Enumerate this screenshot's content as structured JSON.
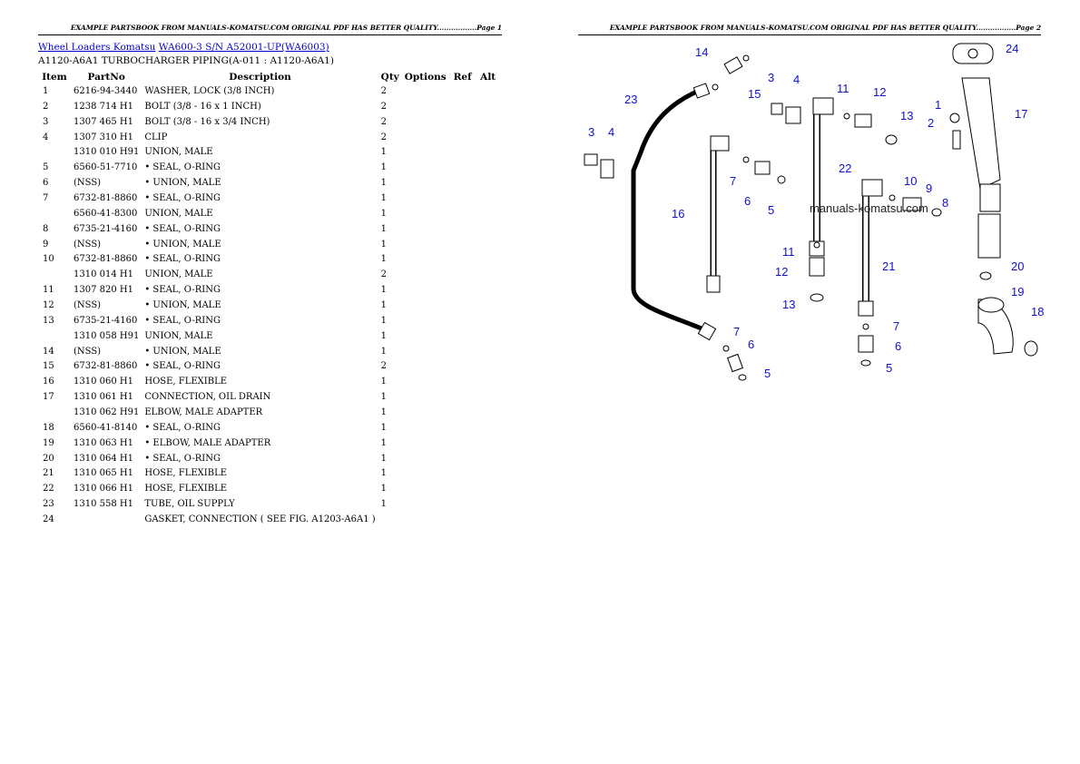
{
  "pages": [
    {
      "header": "EXAMPLE PARTSBOOK FROM MANUALS-KOMATSU.COM ORIGINAL PDF HAS BETTER QUALITY.................Page 1"
    },
    {
      "header": "EXAMPLE PARTSBOOK FROM MANUALS-KOMATSU.COM ORIGINAL PDF HAS BETTER QUALITY.................Page 2"
    }
  ],
  "breadcrumb": {
    "link1": "Wheel Loaders Komatsu",
    "link2": "WA600-3 S/N A52001-UP(WA6003)"
  },
  "subtitle": "A1120-A6A1 TURBOCHARGER PIPING(A-011 : A1120-A6A1)",
  "table": {
    "headers": {
      "item": "Item",
      "partno": "PartNo",
      "description": "Description",
      "qty": "Qty",
      "options": "Options",
      "ref": "Ref",
      "alt": "Alt"
    },
    "rows": [
      {
        "item": "1",
        "partno": "6216-94-3440",
        "description": "WASHER, LOCK (3/8 INCH)",
        "qty": "2"
      },
      {
        "item": "2",
        "partno": "1238 714 H1",
        "description": "BOLT (3/8 - 16 x 1 INCH)",
        "qty": "2"
      },
      {
        "item": "3",
        "partno": "1307 465 H1",
        "description": "BOLT (3/8 - 16 x 3/4 INCH)",
        "qty": "2"
      },
      {
        "item": "4",
        "partno": "1307 310 H1",
        "description": "CLIP",
        "qty": "2"
      },
      {
        "item": "",
        "partno": "1310 010 H91",
        "description": "UNION, MALE",
        "qty": "1"
      },
      {
        "item": "5",
        "partno": "6560-51-7710",
        "description": "• SEAL, O-RING",
        "qty": "1"
      },
      {
        "item": "6",
        "partno": "(NSS)",
        "description": "• UNION, MALE",
        "qty": "1"
      },
      {
        "item": "7",
        "partno": "6732-81-8860",
        "description": "• SEAL, O-RING",
        "qty": "1"
      },
      {
        "item": "",
        "partno": "6560-41-8300",
        "description": "UNION, MALE",
        "qty": "1"
      },
      {
        "item": "8",
        "partno": "6735-21-4160",
        "description": "• SEAL, O-RING",
        "qty": "1"
      },
      {
        "item": "9",
        "partno": "(NSS)",
        "description": "• UNION, MALE",
        "qty": "1"
      },
      {
        "item": "10",
        "partno": "6732-81-8860",
        "description": "• SEAL, O-RING",
        "qty": "1"
      },
      {
        "item": "",
        "partno": "1310 014 H1",
        "description": "UNION, MALE",
        "qty": "2"
      },
      {
        "item": "11",
        "partno": "1307 820 H1",
        "description": "• SEAL, O-RING",
        "qty": "1"
      },
      {
        "item": "12",
        "partno": "(NSS)",
        "description": "• UNION, MALE",
        "qty": "1"
      },
      {
        "item": "13",
        "partno": "6735-21-4160",
        "description": "• SEAL, O-RING",
        "qty": "1"
      },
      {
        "item": "",
        "partno": "1310 058 H91",
        "description": "UNION, MALE",
        "qty": "1"
      },
      {
        "item": "14",
        "partno": "(NSS)",
        "description": "• UNION, MALE",
        "qty": "1"
      },
      {
        "item": "15",
        "partno": "6732-81-8860",
        "description": "• SEAL, O-RING",
        "qty": "2"
      },
      {
        "item": "16",
        "partno": "1310 060 H1",
        "description": "HOSE, FLEXIBLE",
        "qty": "1"
      },
      {
        "item": "17",
        "partno": "1310 061 H1",
        "description": "CONNECTION, OIL DRAIN",
        "qty": "1"
      },
      {
        "item": "",
        "partno": "1310 062 H91",
        "description": "ELBOW, MALE ADAPTER",
        "qty": "1"
      },
      {
        "item": "18",
        "partno": "6560-41-8140",
        "description": "• SEAL, O-RING",
        "qty": "1"
      },
      {
        "item": "19",
        "partno": "1310 063 H1",
        "description": "• ELBOW, MALE ADAPTER",
        "qty": "1"
      },
      {
        "item": "20",
        "partno": "1310 064 H1",
        "description": "• SEAL, O-RING",
        "qty": "1"
      },
      {
        "item": "21",
        "partno": "1310 065 H1",
        "description": "HOSE, FLEXIBLE",
        "qty": "1"
      },
      {
        "item": "22",
        "partno": "1310 066 H1",
        "description": "HOSE, FLEXIBLE",
        "qty": "1"
      },
      {
        "item": "23",
        "partno": "1310 558 H1",
        "description": "TUBE, OIL SUPPLY",
        "qty": "1"
      },
      {
        "item": "24",
        "partno": "",
        "description": "GASKET, CONNECTION ( SEE FIG. A1203-A6A1 )",
        "qty": ""
      }
    ]
  },
  "diagram": {
    "watermark": "manuals-komatsu.com",
    "callouts": [
      "1",
      "2",
      "3",
      "4",
      "3",
      "4",
      "5",
      "6",
      "7",
      "8",
      "9",
      "10",
      "11",
      "12",
      "13",
      "11",
      "12",
      "13",
      "14",
      "15",
      "16",
      "17",
      "18",
      "19",
      "20",
      "21",
      "22",
      "23",
      "24",
      "5",
      "6",
      "7",
      "5",
      "6",
      "7"
    ]
  }
}
